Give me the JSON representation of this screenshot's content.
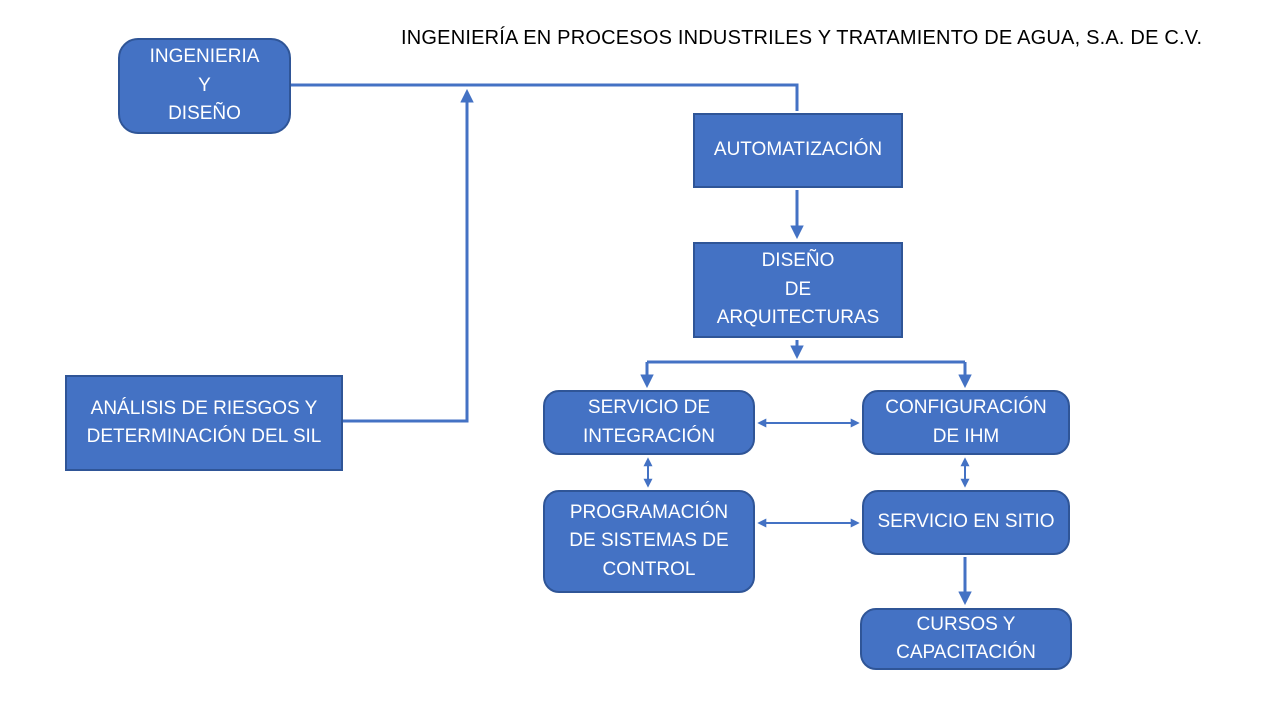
{
  "title": "INGENIERÍA EN PROCESOS INDUSTRILES Y TRATAMIENTO DE AGUA, S.A. DE C.V.",
  "colors": {
    "node_fill": "#4472C4",
    "node_border": "#2F5597",
    "connector": "#4472C4",
    "node_text": "#FFFFFF",
    "title_text": "#000000"
  },
  "nodes": [
    {
      "id": "ingenieria-y-diseno",
      "shape": "rounded",
      "lines": [
        "INGENIERIA",
        "Y",
        "DISEÑO"
      ]
    },
    {
      "id": "automatizacion",
      "shape": "rectangle",
      "lines": [
        "AUTOMATIZACIÓN"
      ]
    },
    {
      "id": "diseno-de-arquitecturas",
      "shape": "rectangle",
      "lines": [
        "DISEÑO",
        "DE",
        "ARQUITECTURAS"
      ]
    },
    {
      "id": "analisis-de-riesgos",
      "shape": "rectangle",
      "lines": [
        "ANÁLISIS DE RIESGOS Y",
        "DETERMINACIÓN DEL SIL"
      ]
    },
    {
      "id": "servicio-de-integracion",
      "shape": "rounded",
      "lines": [
        "SERVICIO DE",
        "INTEGRACIÓN"
      ]
    },
    {
      "id": "configuracion-de-ihm",
      "shape": "rounded",
      "lines": [
        "CONFIGURACIÓN",
        "DE IHM"
      ]
    },
    {
      "id": "programacion-sistemas-control",
      "shape": "rounded",
      "lines": [
        "PROGRAMACIÓN",
        "DE SISTEMAS DE",
        "CONTROL"
      ]
    },
    {
      "id": "servicio-en-sitio",
      "shape": "rounded",
      "lines": [
        "SERVICIO EN SITIO"
      ]
    },
    {
      "id": "cursos-y-capacitacion",
      "shape": "rounded",
      "lines": [
        "CURSOS Y",
        "CAPACITACIÓN"
      ]
    }
  ],
  "edges": [
    {
      "from": "ingenieria-y-diseno",
      "to": "automatizacion",
      "type": "elbow",
      "arrows": "none"
    },
    {
      "from": "analisis-de-riesgos",
      "to": "ingenieria-automatizacion-line",
      "type": "elbow",
      "arrows": "end"
    },
    {
      "from": "automatizacion",
      "to": "diseno-de-arquitecturas",
      "type": "straight",
      "arrows": "end"
    },
    {
      "from": "diseno-de-arquitecturas",
      "to": "branch-junction",
      "type": "straight",
      "arrows": "end"
    },
    {
      "from": "branch-junction",
      "to": "servicio-de-integracion",
      "type": "elbow",
      "arrows": "end"
    },
    {
      "from": "branch-junction",
      "to": "configuracion-de-ihm",
      "type": "elbow",
      "arrows": "end"
    },
    {
      "from": "servicio-de-integracion",
      "to": "configuracion-de-ihm",
      "type": "straight",
      "arrows": "both"
    },
    {
      "from": "servicio-de-integracion",
      "to": "programacion-sistemas-control",
      "type": "straight",
      "arrows": "both"
    },
    {
      "from": "configuracion-de-ihm",
      "to": "servicio-en-sitio",
      "type": "straight",
      "arrows": "both"
    },
    {
      "from": "programacion-sistemas-control",
      "to": "servicio-en-sitio",
      "type": "straight",
      "arrows": "both"
    },
    {
      "from": "servicio-en-sitio",
      "to": "cursos-y-capacitacion",
      "type": "straight",
      "arrows": "end"
    }
  ]
}
